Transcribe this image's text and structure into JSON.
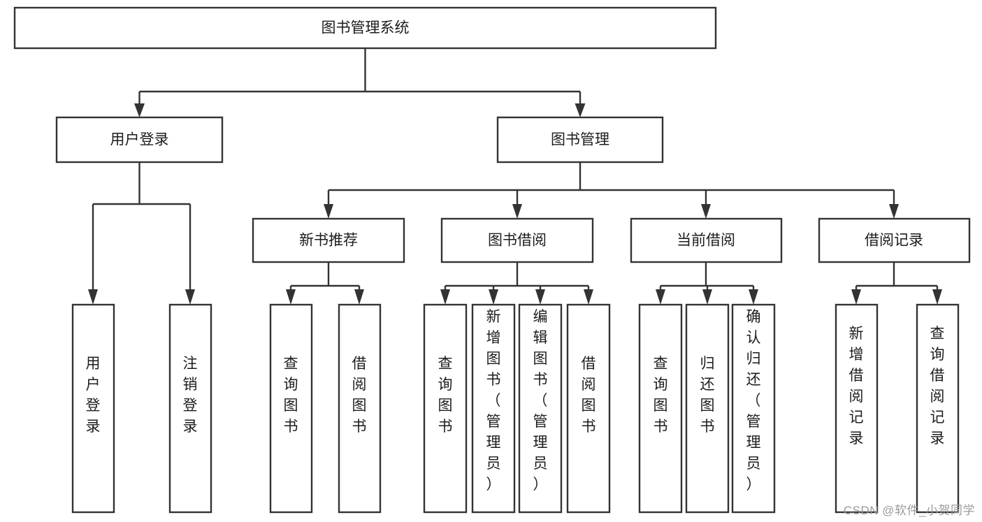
{
  "diagram": {
    "type": "tree-hierarchy",
    "title": "图书管理系统",
    "root": {
      "label": "图书管理系统"
    },
    "level1": [
      {
        "label": "用户登录"
      },
      {
        "label": "图书管理"
      }
    ],
    "level2": [
      {
        "label": "新书推荐"
      },
      {
        "label": "图书借阅"
      },
      {
        "label": "当前借阅"
      },
      {
        "label": "借阅记录"
      }
    ],
    "leaves": {
      "user_login": [
        {
          "label": "用户登录"
        },
        {
          "label": "注销登录"
        }
      ],
      "new_book_recommend": [
        {
          "label": "查询图书"
        },
        {
          "label": "借阅图书"
        }
      ],
      "book_borrow": [
        {
          "label": "查询图书"
        },
        {
          "label": "新增图书（管理员）"
        },
        {
          "label": "编辑图书（管理员）"
        },
        {
          "label": "借阅图书"
        }
      ],
      "current_borrow": [
        {
          "label": "查询图书"
        },
        {
          "label": "归还图书"
        },
        {
          "label": "确认归还（管理员）"
        }
      ],
      "borrow_record": [
        {
          "label": "新增借阅记录"
        },
        {
          "label": "查询借阅记录"
        }
      ]
    }
  },
  "watermark": {
    "text": "CSDN @软件_小贺同学"
  },
  "colors": {
    "stroke": "#333333",
    "box_fill": "#ffffff",
    "text": "#1c1c1c",
    "watermark": "#9a9a9a",
    "background": "#ffffff"
  }
}
